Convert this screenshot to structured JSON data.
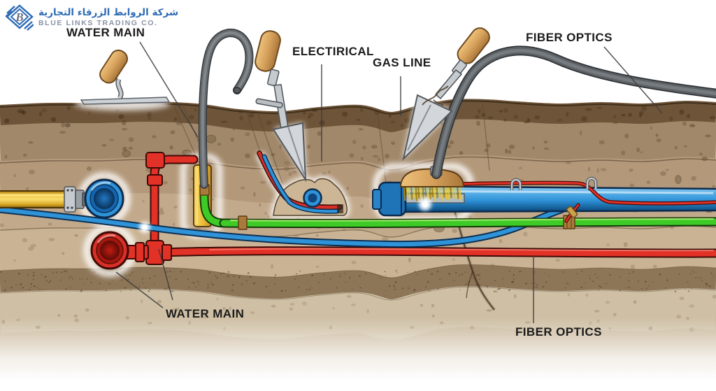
{
  "logo": {
    "arabic": "شركة الروابط الزرقاء التجارية",
    "english": "BLUE LINKS TRADING CO."
  },
  "labels": {
    "water_main_top": "WATER MAIN",
    "electrical": "ELECTIRICAL",
    "gas_line": "GAS LINE",
    "fiber_optics_top": "FIBER OPTICS",
    "water_main_bottom": "WATER MAIN",
    "fiber_optics_bottom": "FIBER OPTICS"
  },
  "palette": {
    "label_text": "#1c1c1c",
    "logo_blue": "#2f6cb5",
    "logo_gray": "#8a93a5",
    "water_pipe_blue": "#2f93d8",
    "water_pipe_red": "#da2f27",
    "gas_pipe_blue": "#2f93d8",
    "conduit_green": "#3ecb28",
    "pipe_yellow": "#f2c235",
    "soil_dark": "#6e5438",
    "soil_mid": "#a1886a",
    "soil_light": "#c8b394",
    "glow_white": "#ffffff"
  }
}
